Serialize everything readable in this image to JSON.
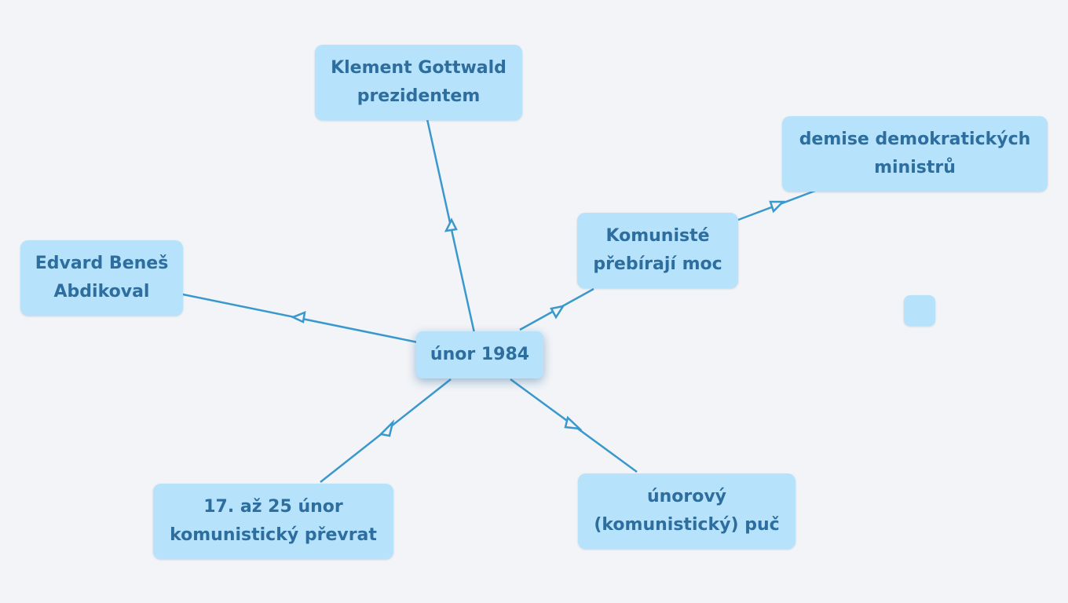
{
  "map": {
    "colors": {
      "background": "#f2f4f7",
      "node_fill": "#b6e3fb",
      "node_text": "#2d6e9e",
      "link": "#3a98cc"
    },
    "root": {
      "label": "únor 1984"
    },
    "topics": {
      "gottwald": {
        "label": "Klement Gottwald\nprezidentem"
      },
      "benes": {
        "label": "Edvard Beneš\nAbdikoval"
      },
      "komuniste": {
        "label": "Komunisté\npřebírají moc"
      },
      "demise": {
        "label": "demise demokratických\nministrů"
      },
      "prevrat": {
        "label": "17. až 25 únor\nkomunistický převrat"
      },
      "puc": {
        "label": "únorový\n(komunistický) puč"
      },
      "empty": {
        "label": ""
      }
    }
  }
}
